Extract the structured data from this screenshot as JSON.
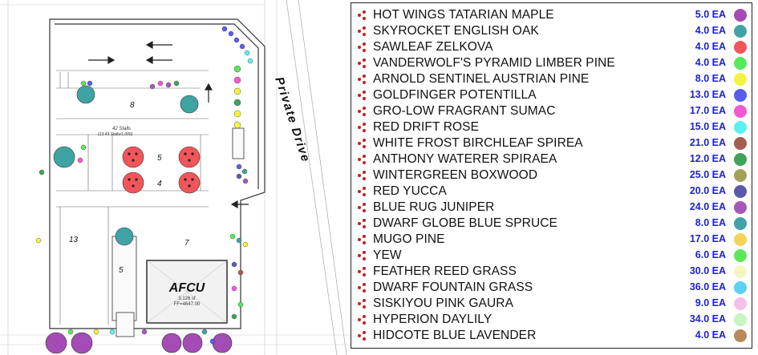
{
  "site_plan": {
    "building_name": "AFCU",
    "building_area": "3,126 sf",
    "building_ff": "FF=4647.00",
    "street_label": "Private Drive",
    "stalls_label": "42 Stalls",
    "stalls_ratio": "(13.43 Stalls/1,000)",
    "lot_numbers": [
      "8",
      "5",
      "4",
      "13",
      "7",
      "5"
    ]
  },
  "legend": {
    "items": [
      {
        "name": "HOT WINGS TATARIAN MAPLE",
        "qty": "5.0 EA",
        "color": "#a54bb5"
      },
      {
        "name": "SKYROCKET ENGLISH OAK",
        "qty": "4.0 EA",
        "color": "#3fa3a3"
      },
      {
        "name": "SAWLEAF ZELKOVA",
        "qty": "4.0 EA",
        "color": "#f2555a"
      },
      {
        "name": "VANDERWOLF'S PYRAMID LIMBER PINE",
        "qty": "4.0 EA",
        "color": "#58e85c"
      },
      {
        "name": "ARNOLD SENTINEL AUSTRIAN PINE",
        "qty": "8.0 EA",
        "color": "#f5f342"
      },
      {
        "name": "GOLDFINGER POTENTILLA",
        "qty": "13.0 EA",
        "color": "#5a5cf0"
      },
      {
        "name": "GRO-LOW FRAGRANT SUMAC",
        "qty": "17.0 EA",
        "color": "#f25ad2"
      },
      {
        "name": "RED DRIFT ROSE",
        "qty": "15.0 EA",
        "color": "#5cf0f0"
      },
      {
        "name": "WHITE FROST BIRCHLEAF SPIREA",
        "qty": "21.0 EA",
        "color": "#a55c52"
      },
      {
        "name": "ANTHONY WATERER SPIRAEA",
        "qty": "12.0 EA",
        "color": "#3fa35a"
      },
      {
        "name": "WINTERGREEN BOXWOOD",
        "qty": "25.0 EA",
        "color": "#a3a05a"
      },
      {
        "name": "RED YUCCA",
        "qty": "20.0 EA",
        "color": "#5a5ca8"
      },
      {
        "name": "BLUE RUG JUNIPER",
        "qty": "24.0 EA",
        "color": "#a55ab8"
      },
      {
        "name": "DWARF GLOBE BLUE SPRUCE",
        "qty": "8.0 EA",
        "color": "#3fa3a8"
      },
      {
        "name": "MUGO PINE",
        "qty": "17.0 EA",
        "color": "#f5d25a"
      },
      {
        "name": "YEW",
        "qty": "6.0 EA",
        "color": "#5ae85a"
      },
      {
        "name": "FEATHER REED GRASS",
        "qty": "30.0 EA",
        "color": "#f5f5c0"
      },
      {
        "name": "DWARF FOUNTAIN GRASS",
        "qty": "36.0 EA",
        "color": "#5ad2f5"
      },
      {
        "name": "SISKIYOU PINK GAURA",
        "qty": "9.0 EA",
        "color": "#f5c0e8"
      },
      {
        "name": "HYPERION DAYLILY",
        "qty": "34.0 EA",
        "color": "#c8f5c0"
      },
      {
        "name": "HIDCOTE BLUE LAVENDER",
        "qty": "4.0 EA",
        "color": "#b88a5a"
      }
    ]
  }
}
